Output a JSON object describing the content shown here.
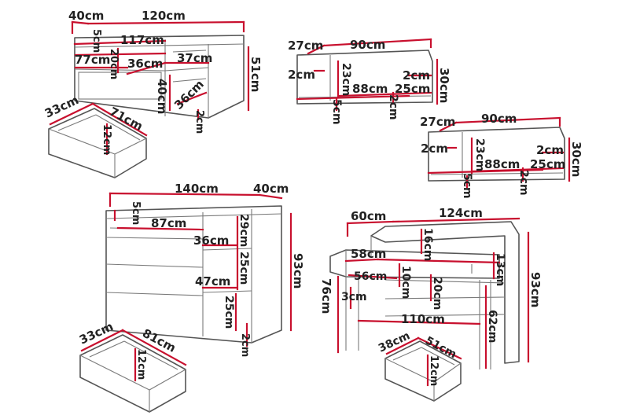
{
  "units": "cm",
  "colors": {
    "dimension_line": "#c8102e",
    "outline": "#555555",
    "text": "#222222",
    "background": "#ffffff"
  },
  "modules": {
    "sideboard_120": {
      "labels": [
        "40cm",
        "120cm",
        "5cm",
        "117cm",
        "20cm",
        "77cm",
        "36cm",
        "37cm",
        "51cm",
        "40cm",
        "36cm",
        "2cm"
      ],
      "drawer": [
        "33cm",
        "71cm",
        "12cm"
      ]
    },
    "shelf_top": {
      "labels": [
        "27cm",
        "90cm",
        "2cm",
        "23cm",
        "88cm",
        "2cm",
        "25cm",
        "30cm",
        "5cm",
        "2cm"
      ]
    },
    "shelf_bottom": {
      "labels": [
        "27cm",
        "90cm",
        "2cm",
        "23cm",
        "88cm",
        "2cm",
        "25cm",
        "30cm",
        "5cm",
        "2cm"
      ]
    },
    "chest_140": {
      "labels": [
        "140cm",
        "40cm",
        "5cm",
        "87cm",
        "29cm",
        "36cm",
        "25cm",
        "93cm",
        "47cm",
        "25cm",
        "2cm"
      ],
      "drawer": [
        "33cm",
        "81cm",
        "12cm"
      ]
    },
    "desk_124": {
      "labels": [
        "60cm",
        "124cm",
        "16cm",
        "58cm",
        "13cm",
        "56cm",
        "10cm",
        "20cm",
        "93cm",
        "76cm",
        "3cm",
        "110cm",
        "62cm"
      ],
      "drawer": [
        "38cm",
        "51cm",
        "12cm"
      ]
    }
  }
}
